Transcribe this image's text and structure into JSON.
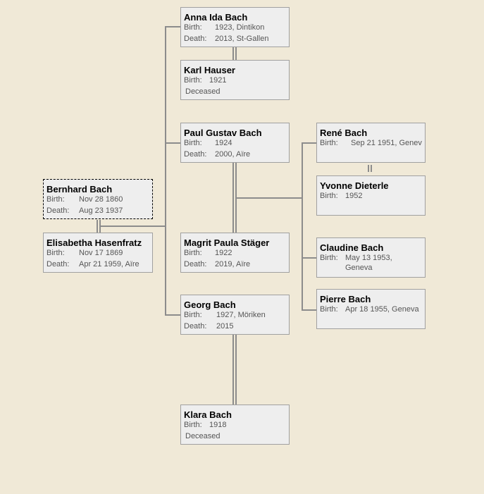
{
  "labels": {
    "birth": "Birth:",
    "death": "Death:"
  },
  "people": [
    {
      "id": "anna",
      "name": "Anna Ida Bach",
      "birth": "1923, Dintikon",
      "death": "2013, St-Gallen"
    },
    {
      "id": "karl",
      "name": "Karl Hauser",
      "birth": "1921",
      "status": "Deceased"
    },
    {
      "id": "paul",
      "name": "Paul Gustav Bach",
      "birth": "1924",
      "death": "2000, Aïre"
    },
    {
      "id": "magrit",
      "name": "Magrit Paula Stäger",
      "birth": "1922",
      "death": "2019, Aïre"
    },
    {
      "id": "georg",
      "name": "Georg Bach",
      "birth": "1927, Möriken",
      "death": "2015"
    },
    {
      "id": "klara",
      "name": "Klara Bach",
      "birth": "1918",
      "status": "Deceased"
    },
    {
      "id": "rene",
      "name": "René Bach",
      "birth": "Sep 21 1951, Genev"
    },
    {
      "id": "yvonne",
      "name": "Yvonne Dieterle",
      "birth": "1952"
    },
    {
      "id": "claudine",
      "name": "Claudine Bach",
      "birth": "May 13 1953,",
      "birth2": "Geneva"
    },
    {
      "id": "pierre",
      "name": "Pierre Bach",
      "birth": "Apr 18 1955, Geneva"
    },
    {
      "id": "bernhard",
      "name": "Bernhard Bach",
      "birth": "Nov 28 1860",
      "death": "Aug 23 1937",
      "selected": true
    },
    {
      "id": "elisabetha",
      "name": "Elisabetha Hasenfratz",
      "birth": "Nov 17 1869",
      "death": "Apr 21 1959, Aïre"
    }
  ]
}
